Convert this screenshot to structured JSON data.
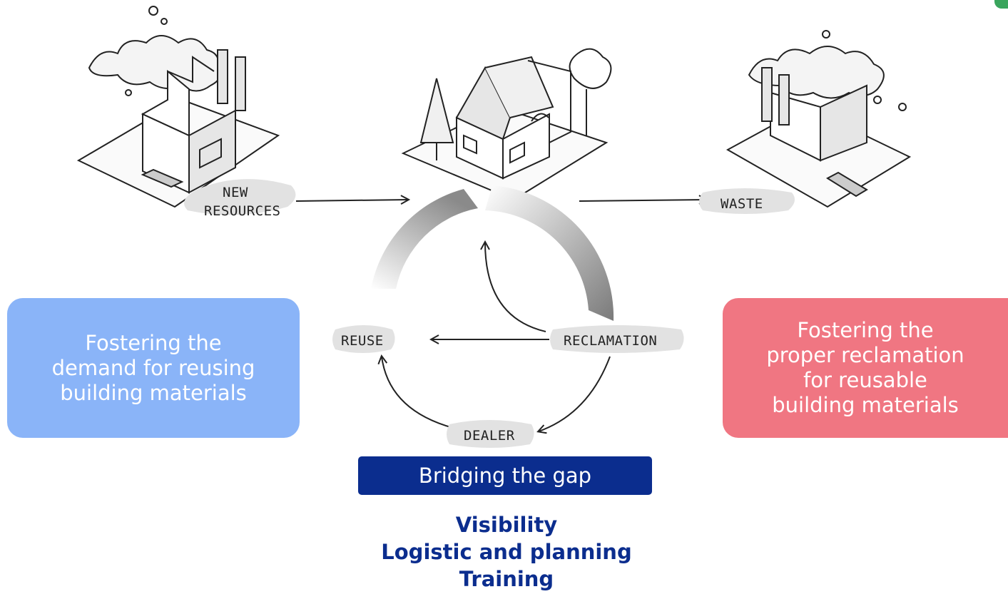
{
  "labels": {
    "new_resources_line1": "NEW",
    "new_resources_line2": "RESOURCES",
    "waste": "WASTE",
    "reuse": "REUSE",
    "reclamation": "RECLAMATION",
    "dealer": "DEALER"
  },
  "left_box": {
    "line1": "Fostering the",
    "line2": "demand for reusing",
    "line3": "building materials",
    "color": "#8ab4f8"
  },
  "right_box": {
    "line1": "Fostering the",
    "line2": "proper reclamation",
    "line3": "for reusable",
    "line4": "building materials",
    "color": "#f07682"
  },
  "bridge": {
    "label": "Bridging the gap",
    "color": "#0b2d8e"
  },
  "points": [
    "Visibility",
    "Logistic and planning",
    "Training"
  ],
  "icons": [
    "factory-left-icon",
    "house-icon",
    "factory-right-icon",
    "tree-icon"
  ]
}
